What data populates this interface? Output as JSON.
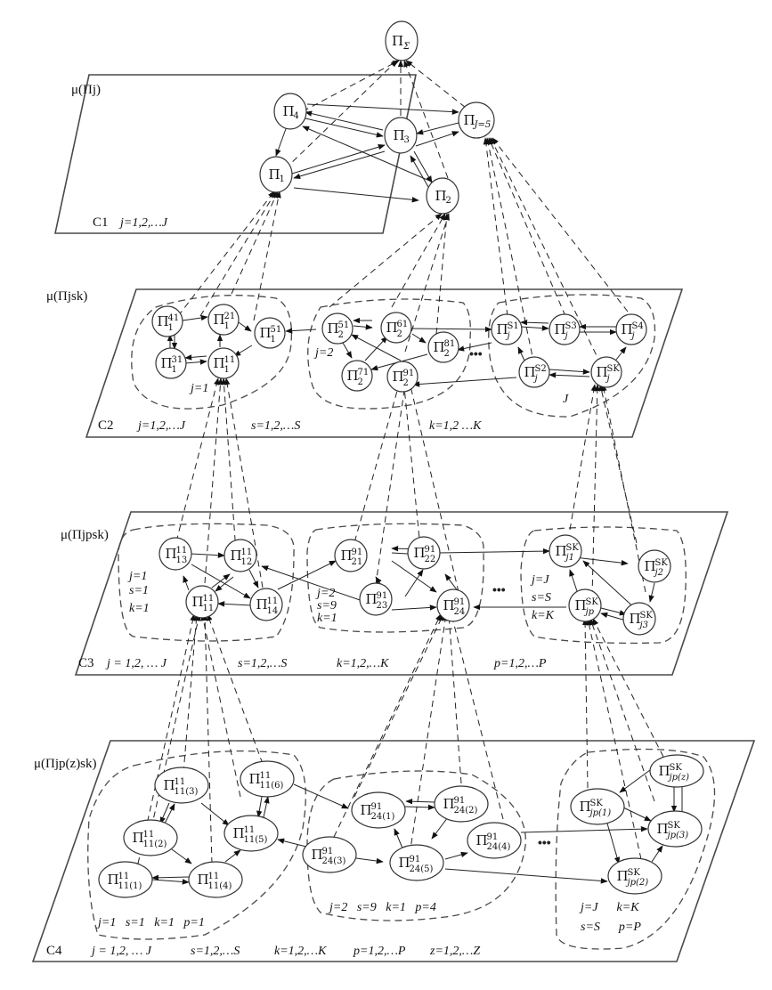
{
  "root": {
    "base": "Π",
    "sub": "Σ"
  },
  "levels": [
    {
      "id": "C1",
      "measure": "μ(Πj)",
      "ranges": [
        "j=1,2,…J"
      ],
      "nodes": [
        {
          "base": "Π",
          "sub": "4",
          "sup": ""
        },
        {
          "base": "Π",
          "sub": "3",
          "sup": ""
        },
        {
          "base": "Π",
          "sub": "J=5",
          "sup": ""
        },
        {
          "base": "Π",
          "sub": "1",
          "sup": ""
        },
        {
          "base": "Π",
          "sub": "2",
          "sup": ""
        }
      ]
    },
    {
      "id": "C2",
      "measure": "μ(Πjsk)",
      "ranges": [
        "j=1,2,…J",
        "s=1,2,…S",
        "k=1,2 …K"
      ],
      "groups": [
        {
          "label": "j=1",
          "nodes": [
            {
              "base": "Π",
              "sub": "1",
              "sup": "41"
            },
            {
              "base": "Π",
              "sub": "1",
              "sup": "21"
            },
            {
              "base": "Π",
              "sub": "1",
              "sup": "51"
            },
            {
              "base": "Π",
              "sub": "1",
              "sup": "31"
            },
            {
              "base": "Π",
              "sub": "1",
              "sup": "11"
            }
          ]
        },
        {
          "label": "j=2",
          "nodes": [
            {
              "base": "Π",
              "sub": "2",
              "sup": "51"
            },
            {
              "base": "Π",
              "sub": "2",
              "sup": "61"
            },
            {
              "base": "Π",
              "sub": "2",
              "sup": "81"
            },
            {
              "base": "Π",
              "sub": "2",
              "sup": "71"
            },
            {
              "base": "Π",
              "sub": "2",
              "sup": "91"
            }
          ]
        },
        {
          "label": "J",
          "nodes": [
            {
              "base": "Π",
              "sub": "j",
              "sup": "S1"
            },
            {
              "base": "Π",
              "sub": "j",
              "sup": "S3"
            },
            {
              "base": "Π",
              "sub": "j",
              "sup": "S4"
            },
            {
              "base": "Π",
              "sub": "j",
              "sup": "S2"
            },
            {
              "base": "Π",
              "sub": "j",
              "sup": "SK"
            }
          ]
        }
      ]
    },
    {
      "id": "C3",
      "measure": "μ(Πjpsk)",
      "ranges": [
        "j = 1,2, … J",
        "s=1,2,…S",
        "k=1,2,…K",
        "p=1,2,…P"
      ],
      "groups": [
        {
          "labels": [
            "j=1",
            "s=1",
            "k=1"
          ],
          "nodes": [
            {
              "base": "Π",
              "sub": "13",
              "sup": "11"
            },
            {
              "base": "Π",
              "sub": "12",
              "sup": "11"
            },
            {
              "base": "Π",
              "sub": "11",
              "sup": "11"
            },
            {
              "base": "Π",
              "sub": "14",
              "sup": "11"
            }
          ]
        },
        {
          "labels": [
            "j=2",
            "s=9",
            "k=1"
          ],
          "nodes": [
            {
              "base": "Π",
              "sub": "21",
              "sup": "91"
            },
            {
              "base": "Π",
              "sub": "22",
              "sup": "91"
            },
            {
              "base": "Π",
              "sub": "23",
              "sup": "91"
            },
            {
              "base": "Π",
              "sub": "24",
              "sup": "91"
            }
          ]
        },
        {
          "labels": [
            "j=J",
            "s=S",
            "k=K"
          ],
          "nodes": [
            {
              "base": "Π",
              "sub": "j1",
              "sup": "SK"
            },
            {
              "base": "Π",
              "sub": "j2",
              "sup": "SK"
            },
            {
              "base": "Π",
              "sub": "jp",
              "sup": "SK"
            },
            {
              "base": "Π",
              "sub": "j3",
              "sup": "SK"
            }
          ]
        }
      ]
    },
    {
      "id": "C4",
      "measure": "μ(Πjp(z)sk)",
      "ranges": [
        "j = 1,2, … J",
        "s=1,2,…S",
        "k=1,2,…K",
        "p=1,2,…P",
        "z=1,2,…Z"
      ],
      "groups": [
        {
          "labels": [
            "j=1   s=1   k=1   p=1"
          ],
          "nodes": [
            {
              "base": "Π",
              "sub": "11(3)",
              "sup": "11"
            },
            {
              "base": "Π",
              "sub": "11(6)",
              "sup": "11"
            },
            {
              "base": "Π",
              "sub": "11(2)",
              "sup": "11"
            },
            {
              "base": "Π",
              "sub": "11(5)",
              "sup": "11"
            },
            {
              "base": "Π",
              "sub": "11(1)",
              "sup": "11"
            },
            {
              "base": "Π",
              "sub": "11(4)",
              "sup": "11"
            }
          ]
        },
        {
          "labels": [
            "j=2   s=9   k=1   p=4"
          ],
          "nodes": [
            {
              "base": "Π",
              "sub": "24(1)",
              "sup": "91"
            },
            {
              "base": "Π",
              "sub": "24(2)",
              "sup": "91"
            },
            {
              "base": "Π",
              "sub": "24(3)",
              "sup": "91"
            },
            {
              "base": "Π",
              "sub": "24(4)",
              "sup": "91"
            },
            {
              "base": "Π",
              "sub": "24(5)",
              "sup": "91"
            }
          ]
        },
        {
          "labels": [
            "j=J      k=K",
            "s=S      p=P"
          ],
          "nodes": [
            {
              "base": "Π",
              "sub": "jp(z)",
              "sup": "SK"
            },
            {
              "base": "Π",
              "sub": "jp(1)",
              "sup": "SK"
            },
            {
              "base": "Π",
              "sub": "jp(3)",
              "sup": "SK"
            },
            {
              "base": "Π",
              "sub": "jp(2)",
              "sup": "SK"
            }
          ]
        }
      ]
    }
  ],
  "ellipsis": "•••"
}
